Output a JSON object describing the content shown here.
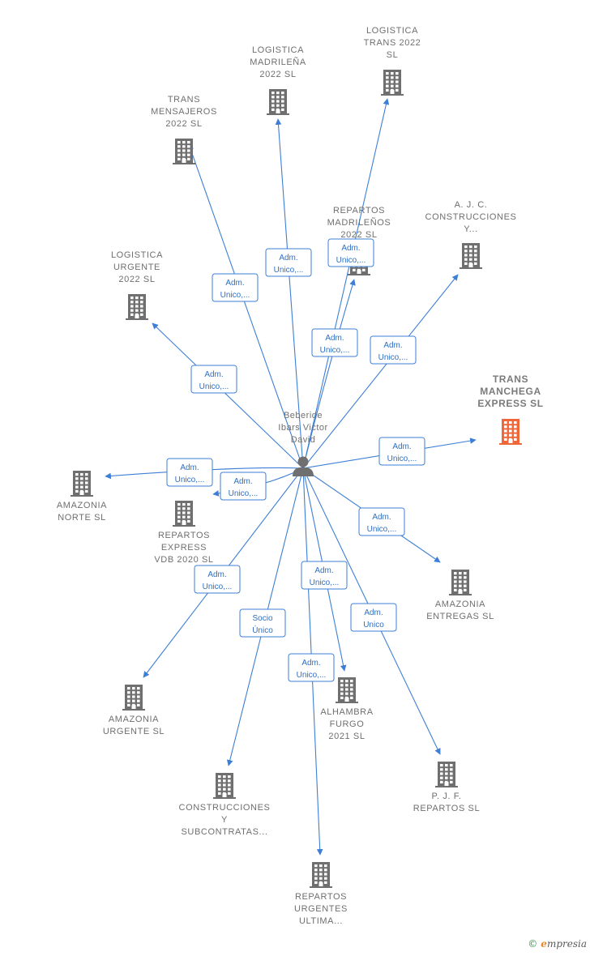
{
  "person": {
    "name_lines": [
      "Beberide",
      "Ibars Victor",
      "David"
    ],
    "icon": "person-icon"
  },
  "companies": [
    {
      "id": "logistica-madrilena",
      "lines": [
        "LOGISTICA",
        "MADRILEÑA",
        "2022  SL"
      ],
      "icon": "building-icon"
    },
    {
      "id": "logistica-trans",
      "lines": [
        "LOGISTICA",
        "TRANS 2022",
        "SL"
      ],
      "icon": "building-icon"
    },
    {
      "id": "trans-mensajeros",
      "lines": [
        "TRANS",
        "MENSAJEROS",
        "2022  SL"
      ],
      "icon": "building-icon"
    },
    {
      "id": "repartos-madrilenos",
      "lines": [
        "REPARTOS",
        "MADRILEÑOS",
        "2022  SL"
      ],
      "icon": "building-icon"
    },
    {
      "id": "ajc-construcciones",
      "lines": [
        "A.  J. C.",
        "CONSTRUCCIONES",
        "Y..."
      ],
      "icon": "building-icon"
    },
    {
      "id": "logistica-urgente",
      "lines": [
        "LOGISTICA",
        "URGENTE",
        "2022  SL"
      ],
      "icon": "building-icon"
    },
    {
      "id": "trans-manchega",
      "lines": [
        "TRANS",
        "MANCHEGA",
        "EXPRESS  SL"
      ],
      "icon": "building-icon",
      "highlight": true
    },
    {
      "id": "amazonia-norte",
      "lines": [
        "AMAZONIA",
        "NORTE  SL"
      ],
      "icon": "building-icon"
    },
    {
      "id": "repartos-express",
      "lines": [
        "REPARTOS",
        "EXPRESS",
        "VDB 2020  SL"
      ],
      "icon": "building-icon"
    },
    {
      "id": "amazonia-entregas",
      "lines": [
        "AMAZONIA",
        "ENTREGAS  SL"
      ],
      "icon": "building-icon"
    },
    {
      "id": "amazonia-urgente",
      "lines": [
        "AMAZONIA",
        "URGENTE  SL"
      ],
      "icon": "building-icon"
    },
    {
      "id": "alhambra-furgo",
      "lines": [
        "ALHAMBRA",
        "FURGO",
        "2021  SL"
      ],
      "icon": "building-icon"
    },
    {
      "id": "pjf-repartos",
      "lines": [
        "P.  J. F.",
        "REPARTOS  SL"
      ],
      "icon": "building-icon"
    },
    {
      "id": "construcciones-subcontratas",
      "lines": [
        "CONSTRUCCIONES",
        "Y",
        "SUBCONTRATAS..."
      ],
      "icon": "building-icon"
    },
    {
      "id": "repartos-urgentes",
      "lines": [
        "REPARTOS",
        "URGENTES",
        "ULTIMA..."
      ],
      "icon": "building-icon"
    }
  ],
  "edges": [
    {
      "to": "logistica-madrilena",
      "label": [
        "Adm.",
        "Unico,..."
      ]
    },
    {
      "to": "logistica-trans",
      "label": [
        "Adm.",
        "Unico,..."
      ]
    },
    {
      "to": "trans-mensajeros",
      "label": [
        "Adm.",
        "Unico,..."
      ]
    },
    {
      "to": "repartos-madrilenos",
      "label": [
        "Adm.",
        "Unico,..."
      ]
    },
    {
      "to": "ajc-construcciones",
      "label": [
        "Adm.",
        "Unico,..."
      ]
    },
    {
      "to": "logistica-urgente",
      "label": [
        "Adm.",
        "Unico,..."
      ]
    },
    {
      "to": "trans-manchega",
      "label": [
        "Adm.",
        "Unico,..."
      ]
    },
    {
      "to": "amazonia-norte",
      "label": [
        "Adm.",
        "Unico,..."
      ]
    },
    {
      "to": "repartos-express",
      "label": [
        "Adm.",
        "Unico,..."
      ]
    },
    {
      "to": "amazonia-entregas",
      "label": [
        "Adm.",
        "Unico,..."
      ]
    },
    {
      "to": "amazonia-urgente",
      "label": [
        "Adm.",
        "Unico,..."
      ]
    },
    {
      "to": "alhambra-furgo",
      "label": [
        "Adm.",
        "Unico,..."
      ]
    },
    {
      "to": "pjf-repartos",
      "label": [
        "Adm.",
        "Unico"
      ]
    },
    {
      "to": "construcciones-subcontratas",
      "label": [
        "Socio",
        "Único"
      ]
    },
    {
      "to": "repartos-urgentes",
      "label": [
        "Adm.",
        "Unico,..."
      ]
    }
  ],
  "colors": {
    "edge": "#3d7fd6",
    "building": "#6f6f6f",
    "building_highlight": "#f0683a",
    "person": "#6f6f6f"
  },
  "brand": {
    "copyright": "©",
    "initial": "e",
    "rest": "mpresia"
  }
}
